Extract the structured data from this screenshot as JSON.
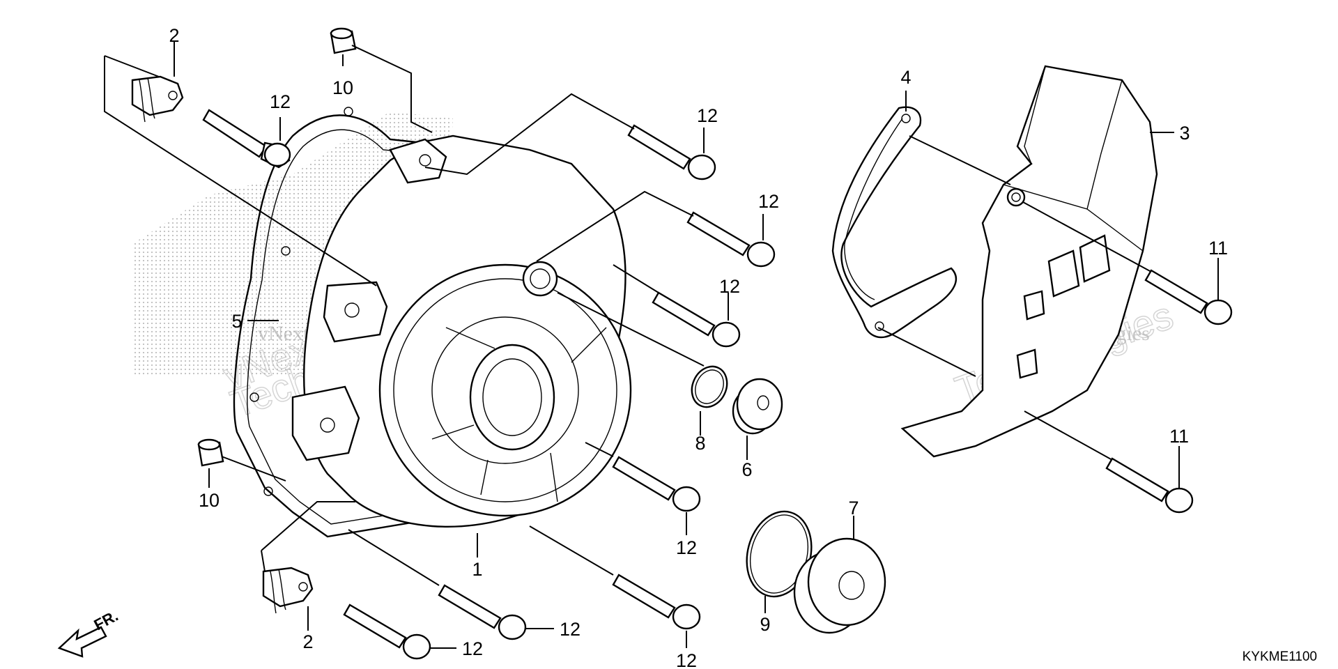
{
  "callouts": [
    {
      "id": "c1",
      "text": "1"
    },
    {
      "id": "c2a",
      "text": "2"
    },
    {
      "id": "c2b",
      "text": "2"
    },
    {
      "id": "c3",
      "text": "3"
    },
    {
      "id": "c4",
      "text": "4"
    },
    {
      "id": "c5",
      "text": "5"
    },
    {
      "id": "c6",
      "text": "6"
    },
    {
      "id": "c7",
      "text": "7"
    },
    {
      "id": "c8",
      "text": "8"
    },
    {
      "id": "c9",
      "text": "9"
    },
    {
      "id": "c10a",
      "text": "10"
    },
    {
      "id": "c10b",
      "text": "10"
    },
    {
      "id": "c11a",
      "text": "11"
    },
    {
      "id": "c11b",
      "text": "11"
    },
    {
      "id": "c12a",
      "text": "12"
    },
    {
      "id": "c12b",
      "text": "12"
    },
    {
      "id": "c12c",
      "text": "12"
    },
    {
      "id": "c12d",
      "text": "12"
    },
    {
      "id": "c12e",
      "text": "12"
    },
    {
      "id": "c12f",
      "text": "12"
    },
    {
      "id": "c12g",
      "text": "12"
    },
    {
      "id": "c12h",
      "text": "12"
    }
  ],
  "front_indicator": "FR.",
  "diagram_code": "KYKME1100",
  "watermark": {
    "line1": "vNext Technologies",
    "line2": "vNext",
    "line3": "Technologies"
  }
}
